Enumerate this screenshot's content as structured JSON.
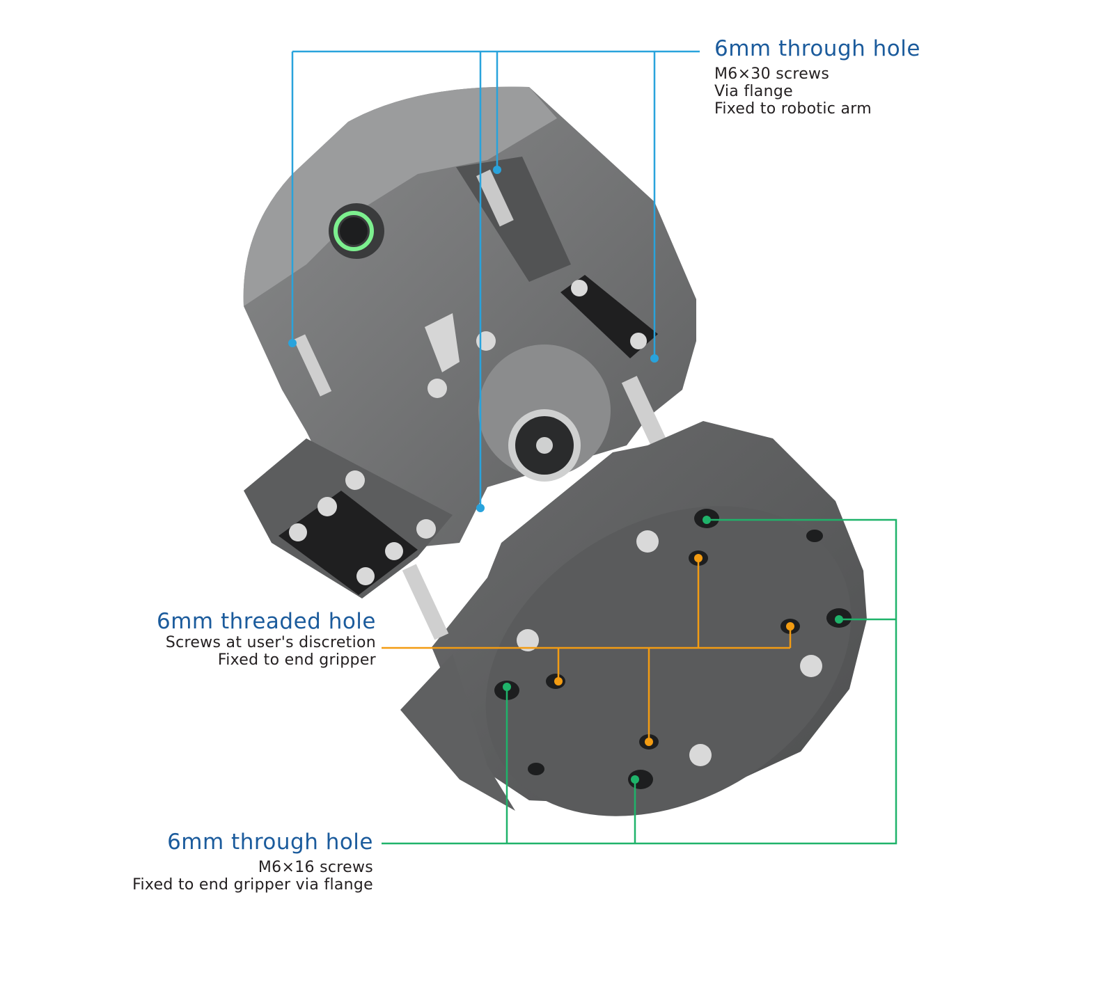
{
  "callouts": {
    "top": {
      "title": "6mm through hole",
      "lines": [
        "M6×30 screws",
        "Via flange",
        "Fixed to robotic arm"
      ],
      "color": "#29a3dc"
    },
    "threaded": {
      "title": "6mm threaded hole",
      "lines": [
        "Screws at user's discretion",
        "Fixed to end gripper"
      ],
      "color": "#f39c12"
    },
    "bottom": {
      "title": "6mm through hole",
      "lines": [
        "M6×16 screws",
        "Fixed to end gripper via flange"
      ],
      "color": "#1fb36a"
    }
  },
  "colors": {
    "title": "#1b5b9c",
    "body": "#6f7070",
    "body_dark": "#4d4e4f"
  }
}
